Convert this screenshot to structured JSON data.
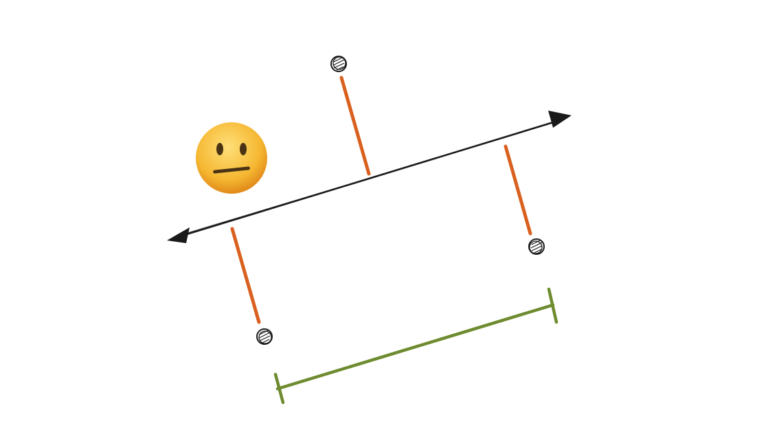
{
  "diagram": {
    "colors": {
      "background": "#ffffff",
      "axis": "#1a1a1a",
      "projection": "#d9601f",
      "measure": "#6e8b2f",
      "point_fill": "#ffffff",
      "point_stroke": "#1a1a1a",
      "emoji_face": "#f5b731",
      "emoji_features": "#4a3314"
    },
    "axis": {
      "arrowheads": "both"
    },
    "points": [
      {
        "id": "point-top"
      },
      {
        "id": "point-right"
      },
      {
        "id": "point-bottom-left"
      }
    ],
    "projections": [
      {
        "id": "projection-top"
      },
      {
        "id": "projection-right"
      },
      {
        "id": "projection-left"
      }
    ],
    "measure": {
      "end_caps": "both"
    },
    "emoji": {
      "icon": "neutral-face-icon"
    }
  }
}
